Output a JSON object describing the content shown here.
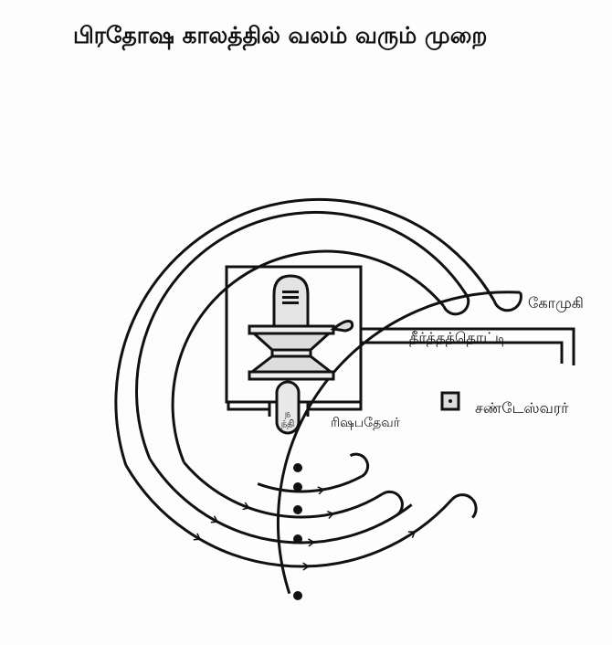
{
  "title": "பிரதோஷ காலத்தில் வலம் வரும் முறை",
  "labels": {
    "gomukhi": "கோமுகி",
    "theertha_thotti": "தீர்த்தத்தொட்டி",
    "chandeswarar": "சண்டேஸ்வரர்",
    "rishabadevar": "ரிஷபதேவர்",
    "nandi": "நந்தி"
  }
}
